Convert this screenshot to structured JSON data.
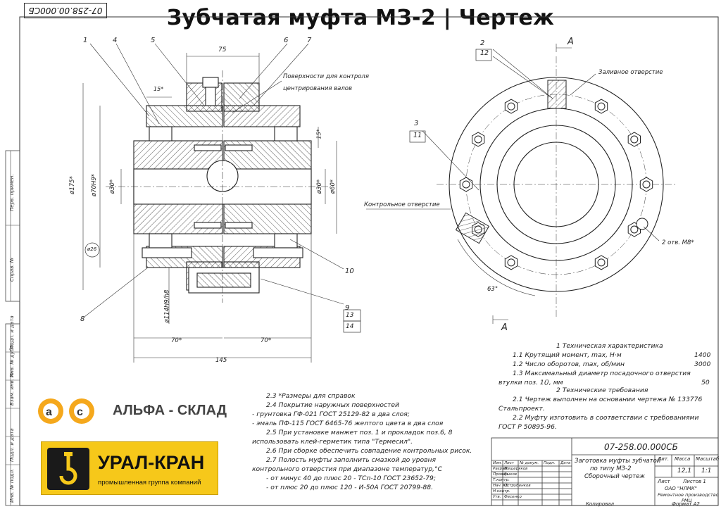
{
  "title": "Зубчатая муфта МЗ-2 | Чертеж",
  "stamp_top": "07-258.00.000СБ",
  "side_labels": [
    "Перв. примен.",
    "Справ. №",
    "Подп. и дата",
    "Инв. № дубл.",
    "Взам. инв. №",
    "Подп. и дата",
    "Инв. № подл."
  ],
  "front_view": {
    "position_labels": [
      "1",
      "4",
      "5",
      "6",
      "7",
      "8",
      "9",
      "10",
      "13",
      "14"
    ],
    "dims": {
      "d75": "75",
      "d15a": "15*",
      "d15b": "15*",
      "d175": "ø175*",
      "d70h9": "ø70H9*",
      "d30a": "ø30*",
      "d30b": "ø30*",
      "d60": "ø60*",
      "d114": "ø114H9/h8",
      "d70a": "70*",
      "d70b": "70*",
      "d145": "145",
      "r26": "ø26"
    },
    "annotation": "Поверхности для контроля",
    "annotation2": "центрирования валов",
    "control_hole": "Контрольное отверстие"
  },
  "side_view": {
    "position_labels": [
      "2",
      "12",
      "3",
      "11"
    ],
    "section": "А",
    "fill_hole": "Заливное отверстие",
    "holes": "2 отв. М8*",
    "angle": "63°"
  },
  "tech": {
    "heading1": "1 Техническая характеристика",
    "rows": [
      {
        "label": "1.1 Крутящий момент, max, Н·м",
        "value": "1400"
      },
      {
        "label": "1.2 Число оборотов, max, об/мин",
        "value": "3000"
      },
      {
        "label": "1.3 Максимальный диаметр посадочного отверстия",
        "value": ""
      },
      {
        "label": "втулки поз. 1(), мм",
        "value": "50"
      }
    ],
    "heading2": "2 Технические требования",
    "req": [
      "2.1 Чертеж выполнен на основании чертежа № 133776",
      "Стальпроект.",
      "2.2 Муфту изготовить в соответствии с требованиями",
      "ГОСТ Р 50895-96."
    ]
  },
  "notes": [
    "2.3 *Размеры для справок",
    "2.4 Покрытие наружных поверхностей",
    "- грунтовка ГФ-021 ГОСТ 25129-82 в два слоя;",
    "- эмаль ПФ-115 ГОСТ 6465-76 желтого цвета в два слоя",
    "2.5 При установке манжет поз. 1 и прокладок поз.6, 8",
    "использовать клей-герметик типа \"Термесил\".",
    "2.6 При сборке обеспечить совпадение контрольных рисок.",
    "2.7 Полость муфты заполнить смазкой до уровня",
    "контрольного отверстия при диапазоне температур,°С",
    "- от минус 40 до плюс 20 - ТСп-10 ГОСТ 23652-79;",
    "- от плюс 20 до плюс 120 - И-50А ГОСТ 20799-88."
  ],
  "title_block": {
    "code": "07-258.00.000СБ",
    "name1": "Заготовка муфты зубчатой",
    "name2": "по типу МЗ-2",
    "name3": "Сборочный чертеж",
    "lit_h": "Лит.",
    "mass_h": "Масса",
    "scale_h": "Масштаб",
    "mass": "12,1",
    "scale": "1:1",
    "sheet": "Лист",
    "sheets": "Листов  1",
    "org1": "ОАО \"НЛМК\"",
    "org2": "Ремонтное производство",
    "org3": "РМЦ",
    "copy": "Копировал",
    "format": "Формат   А2",
    "rows": [
      "Изм.",
      "Лист",
      "№ докум.",
      "Подп.",
      "Дата",
      "Разраб.",
      "Провер.",
      "Т.контр.",
      "Нач. КБ",
      "Н.контр.",
      "Утв."
    ],
    "names": [
      "Мещеряков",
      "Быков",
      "Острубенков",
      "Фесенко"
    ]
  },
  "logos": {
    "alfa": "АЛЬФА - СКЛАД",
    "alfa_icon": "ac-gear-logo",
    "ural": "УРАЛ-КРАН",
    "ural_sub": "промышленная группа компаний",
    "ural_icon": "crane-hook-logo",
    "gear_color": "#f5a81c",
    "ural_color": "#f6c81a"
  }
}
